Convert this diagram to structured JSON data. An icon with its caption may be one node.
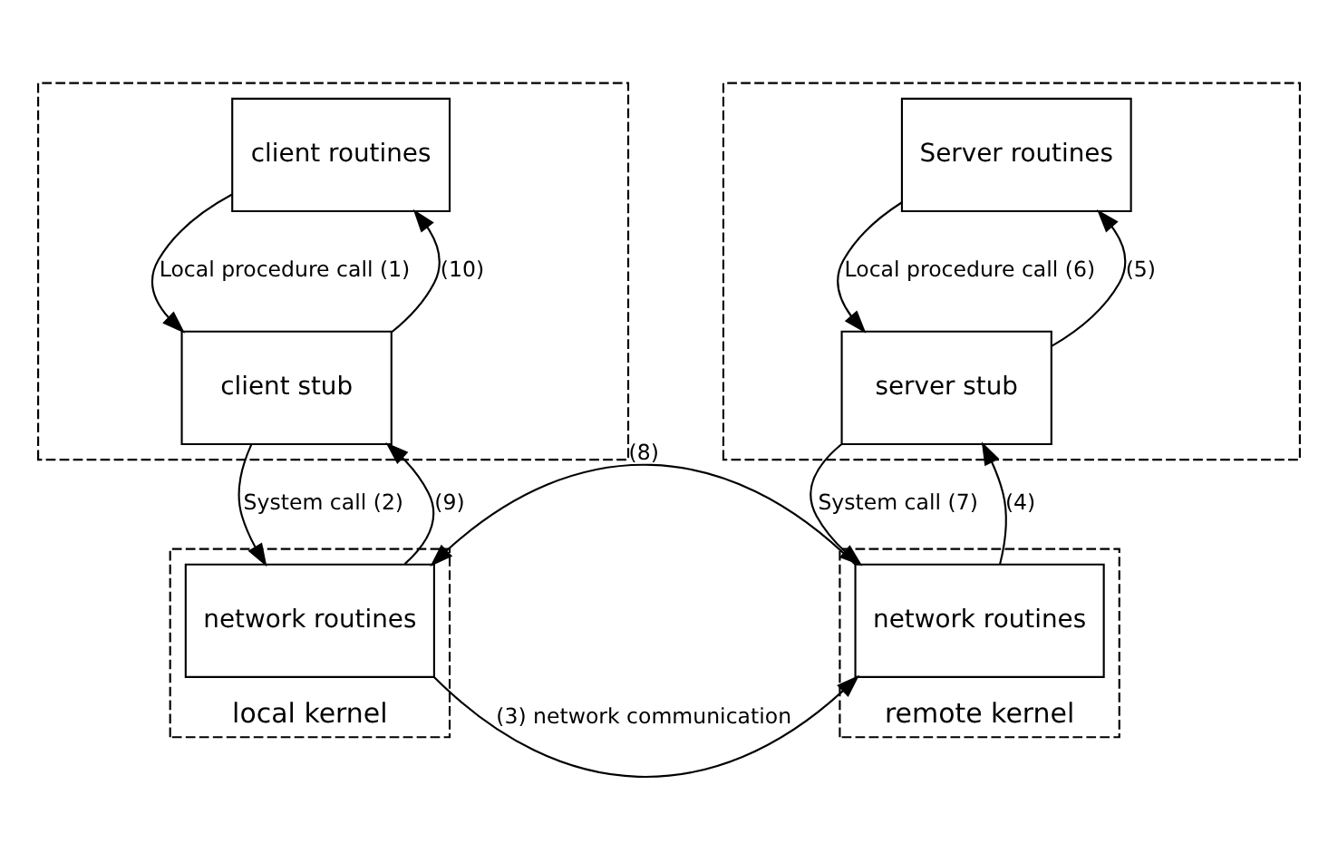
{
  "diagram": {
    "nodes": [
      {
        "text": [],
        "shape": "box"
      },
      {
        "text": [
          "client routines"
        ],
        "in": 0
      },
      {
        "text": [
          "client stub"
        ],
        "in": 0
      },
      {
        "text": [
          "local kernel"
        ]
      },
      {
        "text": [
          "network routines"
        ],
        "in": 3
      },
      {
        "text": [],
        "shape": "box"
      },
      {
        "text": [
          "Server routines"
        ],
        "in": 5
      },
      {
        "text": [
          "server stub"
        ],
        "in": 5
      },
      {
        "text": [
          "remote kernel"
        ]
      },
      {
        "text": [
          "network routines"
        ],
        "in": 8
      }
    ],
    "edges": [
      {
        "from": 1,
        "to": 2,
        "arrow": "to",
        "label": "Local procedure call (1)"
      },
      {
        "from": 2,
        "to": 1,
        "arrow": "to",
        "label": "(10)"
      },
      {
        "from": 2,
        "to": 4,
        "arrow": "to",
        "label": "System call (2)"
      },
      {
        "from": 4,
        "to": 2,
        "arrow": "to",
        "label": "(9)"
      },
      {
        "from": 9,
        "to": 4,
        "arrow": "to",
        "label": "(8)"
      },
      {
        "from": 4,
        "to": 9,
        "arrow": "to",
        "label": "(3) network communication"
      },
      {
        "from": 6,
        "to": 7,
        "arrow": "to",
        "label": "Local procedure call (6)"
      },
      {
        "from": 7,
        "to": 6,
        "arrow": "to",
        "label": "(5)"
      },
      {
        "from": 7,
        "to": 9,
        "arrow": "to",
        "label": "System call (7)"
      },
      {
        "from": 9,
        "to": 7,
        "arrow": "to",
        "label": "(4)"
      }
    ]
  }
}
